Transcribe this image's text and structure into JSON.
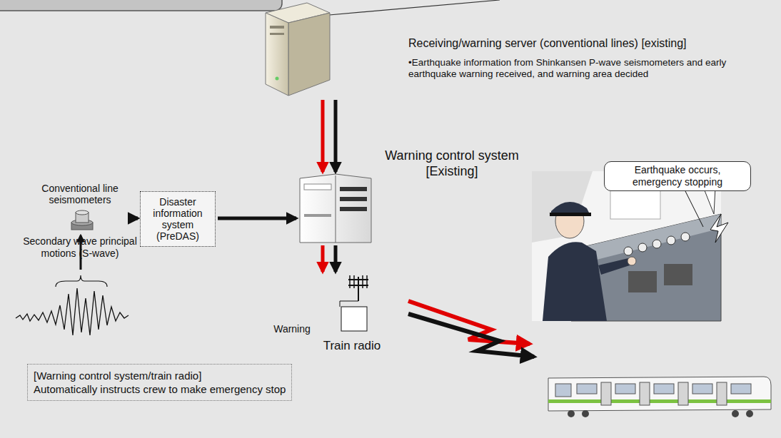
{
  "diagram": {
    "nodes": [
      {
        "text": [
          "Receiving/warning server (conventional lines) [existing]",
          "•Earthquake information from Shinkansen P-wave seismometers and early earthquake warning received, and warning area decided"
        ]
      },
      {
        "text": [
          "Conventional line seismometers"
        ]
      },
      {
        "text": [
          "Disaster information system (PreDAS)"
        ]
      },
      {
        "text": [
          "Warning control system [Existing]"
        ]
      },
      {
        "text": [
          "Earthquake occurs, emergency stopping"
        ]
      },
      {
        "text": [
          "Train radio"
        ]
      },
      {
        "text": [
          "[Warning control system/train radio]",
          "Automatically instructs crew to make emergency stop"
        ]
      }
    ],
    "edges": [
      {
        "from": 0,
        "to": 3,
        "arrow": "to"
      },
      {
        "from": 0,
        "to": 3,
        "arrow": "to"
      },
      {
        "from": 1,
        "to": 2,
        "arrow": "to"
      },
      {
        "from": 2,
        "to": 3,
        "arrow": "to"
      },
      {
        "from": 3,
        "to": 5,
        "arrow": "to"
      },
      {
        "from": 3,
        "to": 5,
        "arrow": "to"
      }
    ],
    "labels": [
      "Secondary wave principal motions (S-wave)",
      "Warning"
    ]
  }
}
